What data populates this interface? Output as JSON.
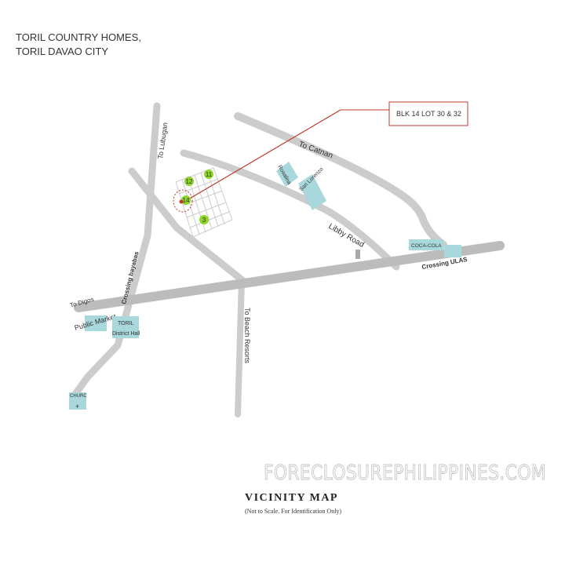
{
  "header": {
    "line1": "TORIL COUNTRY HOMES,",
    "line2": "TORIL DAVAO CITY"
  },
  "callout": {
    "text": "BLK 14 LOT 30 & 32"
  },
  "road_labels": {
    "to_lubugan": "To Lubugan",
    "to_catnan": "To Catnan",
    "libby_road": "Libby Road",
    "crossing_ulas": "Crossing ULAS",
    "to_digos": "To Digos",
    "crossing_bayabas": "Crossing bayabas",
    "to_beach_resorts": "To Beach Resorts"
  },
  "places": {
    "rosalina": "Rosalina",
    "san_lorenzo": "San Lorenzo",
    "coca_cola": "COCA-COLA",
    "public_market": "Public Market",
    "toril_hall_line1": "TORIL",
    "toril_hall_line2": "District Hall",
    "church": "CHURC",
    "church_cross": "+"
  },
  "block_markers": {
    "b12": "12",
    "b11": "11",
    "b14": "14",
    "b3": "3"
  },
  "footer": {
    "watermark": "FORECLOSUREPHILIPPINES.COM",
    "title": "VICINITY MAP",
    "subtitle": "(Not to Scale. For Identification Only)"
  },
  "colors": {
    "road": "#cccccc",
    "highway": "#bcbcbc",
    "building": "#a8d8dc",
    "marker_fill": "#8fd62a",
    "callout": "#c0392b",
    "text": "#333333"
  }
}
